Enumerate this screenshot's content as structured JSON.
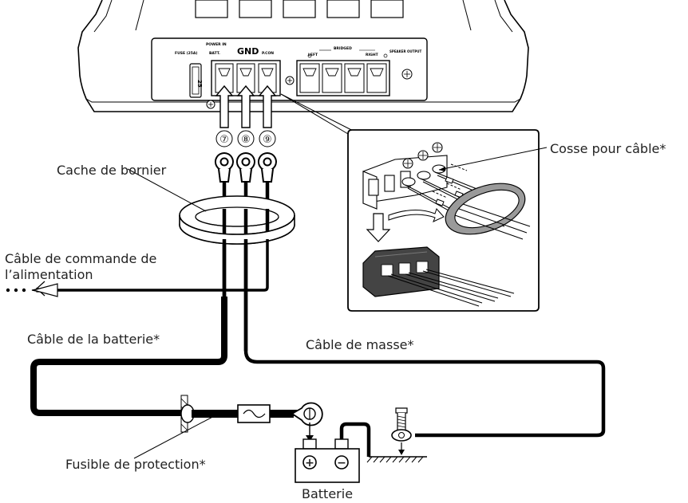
{
  "amplifier": {
    "fuse_label": "FUSE (25A)",
    "fuse_value": "25",
    "power_in_label": "POWER IN",
    "batt_label": "BATT.",
    "gnd_label": "GND",
    "p_con_label": "P.CON",
    "bridged_label": "BRIDGED",
    "left_label": "LEFT",
    "right_label": "RIGHT",
    "speaker_output_label": "SPEAKER OUTPUT"
  },
  "terminals": {
    "t7": "⑦",
    "t8": "⑧",
    "t9": "⑨"
  },
  "labels": {
    "terminal_cover": "Cache de bornier",
    "cable_lug": "Cosse pour câble*",
    "power_control_cable_line1": "Câble de commande de",
    "power_control_cable_line2": "l’alimentation",
    "battery_cable": "Câble de la batterie*",
    "ground_cable": "Câble de masse*",
    "fuse": "Fusible de protection*",
    "battery": "Batterie"
  },
  "battery": {
    "plus_symbol": "+",
    "minus_symbol": "−"
  },
  "colors": {
    "line": "#000000",
    "panel_fill": "#ffffff",
    "shade": "#d9d9d9"
  }
}
